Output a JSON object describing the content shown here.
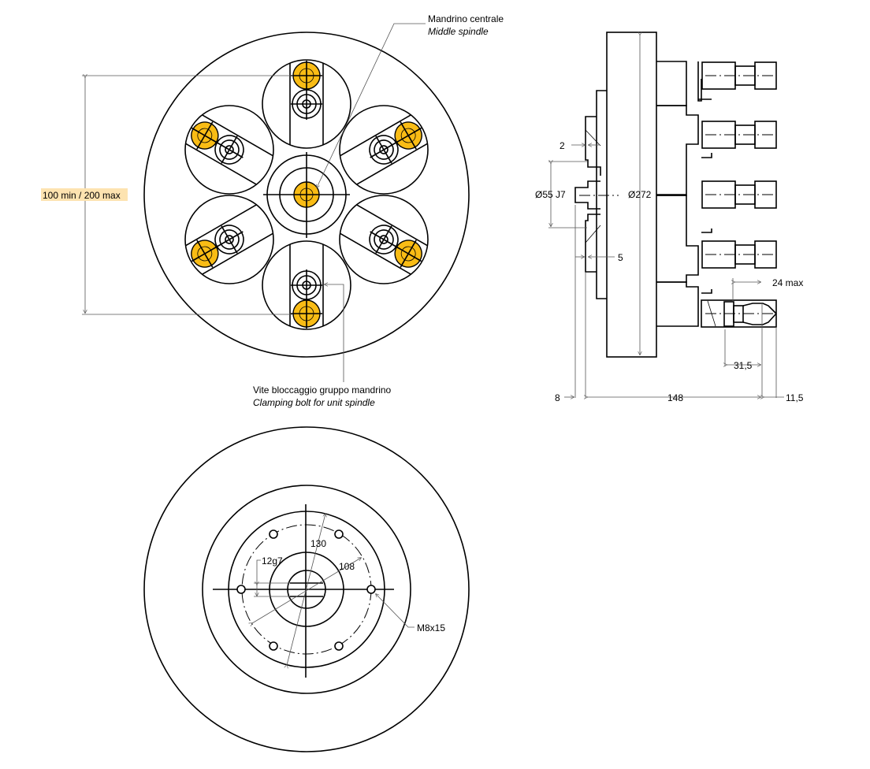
{
  "front_view": {
    "callout_middle_spindle": {
      "it": "Mandrino centrale",
      "en": "Middle spindle"
    },
    "callout_clamping_bolt": {
      "it": "Vite bloccaggio gruppo mandrino",
      "en": "Clamping bolt for unit spindle"
    },
    "range_label": "100 min / 200 max",
    "highlight_color": "#f9bc15",
    "range_label_bg": "#fde3b0"
  },
  "side_view": {
    "dim_2": "2",
    "dim_bore": "Ø55 J7",
    "dim_disc": "Ø272",
    "dim_5": "5",
    "dim_24max": "24 max",
    "dim_31_5": "31,5",
    "dim_8": "8",
    "dim_148": "148",
    "dim_11_5": "11,5"
  },
  "rear_view": {
    "dim_130": "130",
    "dim_12g7": "12g7",
    "dim_108": "108",
    "dim_thread": "M8x15"
  }
}
